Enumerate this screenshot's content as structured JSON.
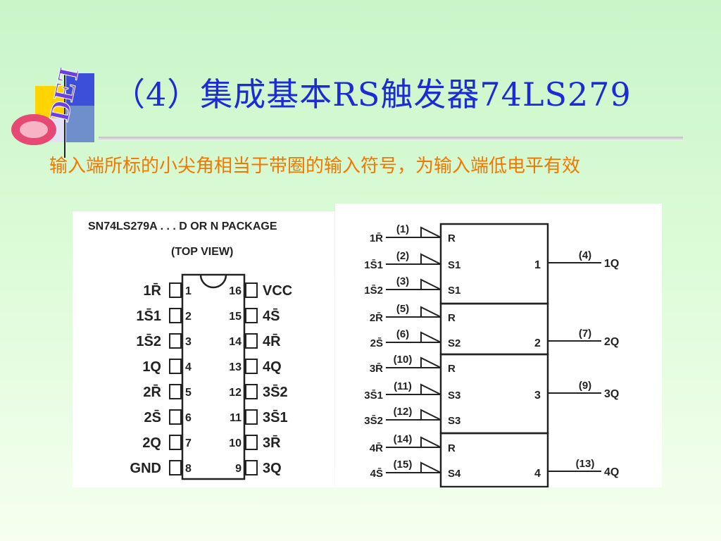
{
  "logo": {
    "text": "DET"
  },
  "title": "（4）集成基本RS触发器74LS279",
  "subtitle": "输入端所标的小尖角相当于带圈的输入符号，为输入端低电平有效",
  "pinout": {
    "header": "SN74LS279A . . . D OR N PACKAGE",
    "view": "(TOP VIEW)",
    "left_pins": [
      {
        "num": "1",
        "name": "1R̄"
      },
      {
        "num": "2",
        "name": "1S̄1"
      },
      {
        "num": "3",
        "name": "1S̄2"
      },
      {
        "num": "4",
        "name": "1Q"
      },
      {
        "num": "5",
        "name": "2R̄"
      },
      {
        "num": "6",
        "name": "2S̄"
      },
      {
        "num": "7",
        "name": "2Q"
      },
      {
        "num": "8",
        "name": "GND"
      }
    ],
    "right_pins": [
      {
        "num": "16",
        "name": "VCC"
      },
      {
        "num": "15",
        "name": "4S̄"
      },
      {
        "num": "14",
        "name": "4R̄"
      },
      {
        "num": "13",
        "name": "4Q"
      },
      {
        "num": "12",
        "name": "3S̄2"
      },
      {
        "num": "11",
        "name": "3S̄1"
      },
      {
        "num": "10",
        "name": "3R̄"
      },
      {
        "num": "9",
        "name": "3Q"
      }
    ]
  },
  "logic": {
    "inputs": [
      {
        "signal": "1R̄",
        "pin": "(1)",
        "label": "R"
      },
      {
        "signal": "1S̄1",
        "pin": "(2)",
        "label": "S1"
      },
      {
        "signal": "1S̄2",
        "pin": "(3)",
        "label": "S1"
      },
      {
        "signal": "2R̄",
        "pin": "(5)",
        "label": "R"
      },
      {
        "signal": "2S̄",
        "pin": "(6)",
        "label": "S2"
      },
      {
        "signal": "3R̄",
        "pin": "(10)",
        "label": "R"
      },
      {
        "signal": "3S̄1",
        "pin": "(11)",
        "label": "S3"
      },
      {
        "signal": "3S̄2",
        "pin": "(12)",
        "label": "S3"
      },
      {
        "signal": "4R̄",
        "pin": "(14)",
        "label": "R"
      },
      {
        "signal": "4S̄",
        "pin": "(15)",
        "label": "S4"
      }
    ],
    "blocks": [
      {
        "num": "1",
        "out_pin": "(4)",
        "out": "1Q"
      },
      {
        "num": "2",
        "out_pin": "(7)",
        "out": "2Q"
      },
      {
        "num": "3",
        "out_pin": "(9)",
        "out": "3Q"
      },
      {
        "num": "4",
        "out_pin": "(13)",
        "out": "4Q"
      }
    ]
  }
}
